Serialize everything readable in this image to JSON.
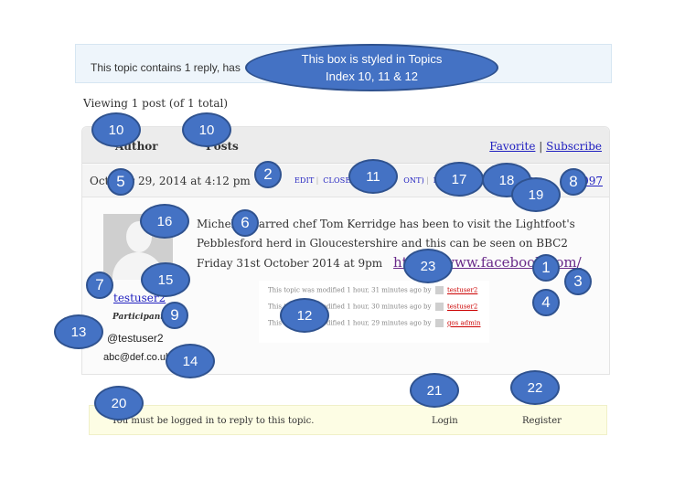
{
  "topic_info": {
    "text": "This topic contains 1 reply, has"
  },
  "callout_box": {
    "line1": "This  box is styled in Topics",
    "line2": "Index 10, 11 & 12"
  },
  "viewing": "Viewing 1 post (of 1 total)",
  "header": {
    "author": "Author",
    "posts": "Posts",
    "favorite": "Favorite",
    "separator": "|",
    "subscribe": "Subscribe"
  },
  "meta": {
    "date": "October 29, 2014 at 4:12 pm",
    "links": [
      "EDIT",
      "CLOSE",
      "",
      "ONT)",
      "M",
      "Y"
    ],
    "post_id": "#4097"
  },
  "author": {
    "name": "testuser2",
    "role": "Participant",
    "handle": "@testuser2",
    "email": "abc@def.co.uk"
  },
  "post": {
    "text": "Michelin starred chef Tom Kerridge has been to visit the Lightfoot's Pebblesford herd in Gloucestershire and this can be seen on BBC2 Friday 31st October 2014 at 9pm",
    "url": "https://www.facebook.com/"
  },
  "revisions": [
    {
      "text": "This topic was modified 1 hour, 31 minutes ago by",
      "user": "testuser2"
    },
    {
      "text": "This topic was modified 1 hour, 30 minutes ago by",
      "user": "testuser2"
    },
    {
      "text": "This topic was modified 1 hour, 29 minutes ago by",
      "user": "gos admin"
    }
  ],
  "login": {
    "message": "You must be logged in to reply to this topic.",
    "login": "Login",
    "register": "Register"
  },
  "callouts": [
    "10",
    "10",
    "5",
    "2",
    "11",
    "17",
    "18",
    "19",
    "8",
    "16",
    "6",
    "1",
    "3",
    "4",
    "23",
    "7",
    "15",
    "9",
    "12",
    "13",
    "14",
    "20",
    "21",
    "22"
  ],
  "colors": {
    "callout_fill": "#4472c4",
    "link": "#2020c0",
    "login_bar": "#fdfde4",
    "info_box": "#eef5fb"
  }
}
